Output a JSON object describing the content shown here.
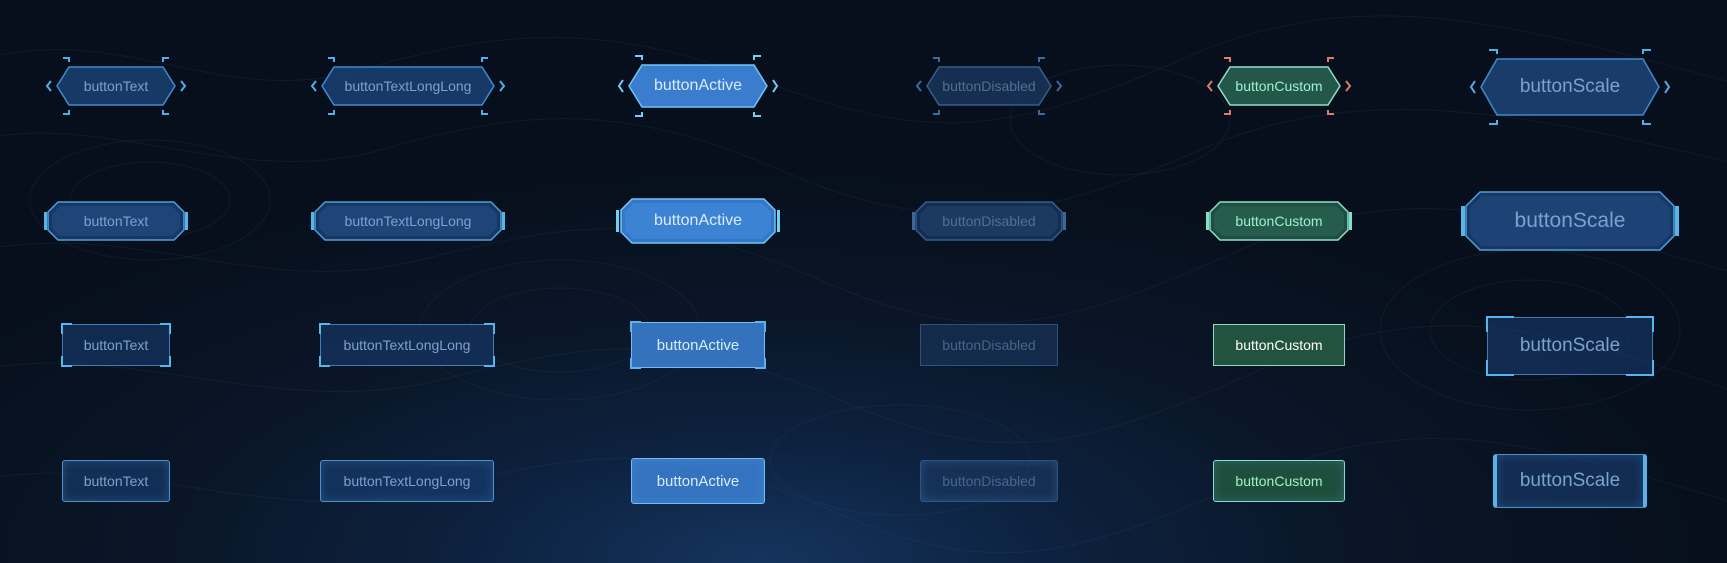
{
  "buttons": {
    "text": "buttonText",
    "long": "buttonTextLongLong",
    "active": "buttonActive",
    "disabled": "buttonDisabled",
    "custom": "buttonCustom",
    "scale": "buttonScale"
  },
  "colors": {
    "background": "#0a1729",
    "accent": "#4aa8e8",
    "active_fill": "#3a7cce",
    "custom_fill": "#22533f",
    "custom_corner": "#e07a6a"
  }
}
